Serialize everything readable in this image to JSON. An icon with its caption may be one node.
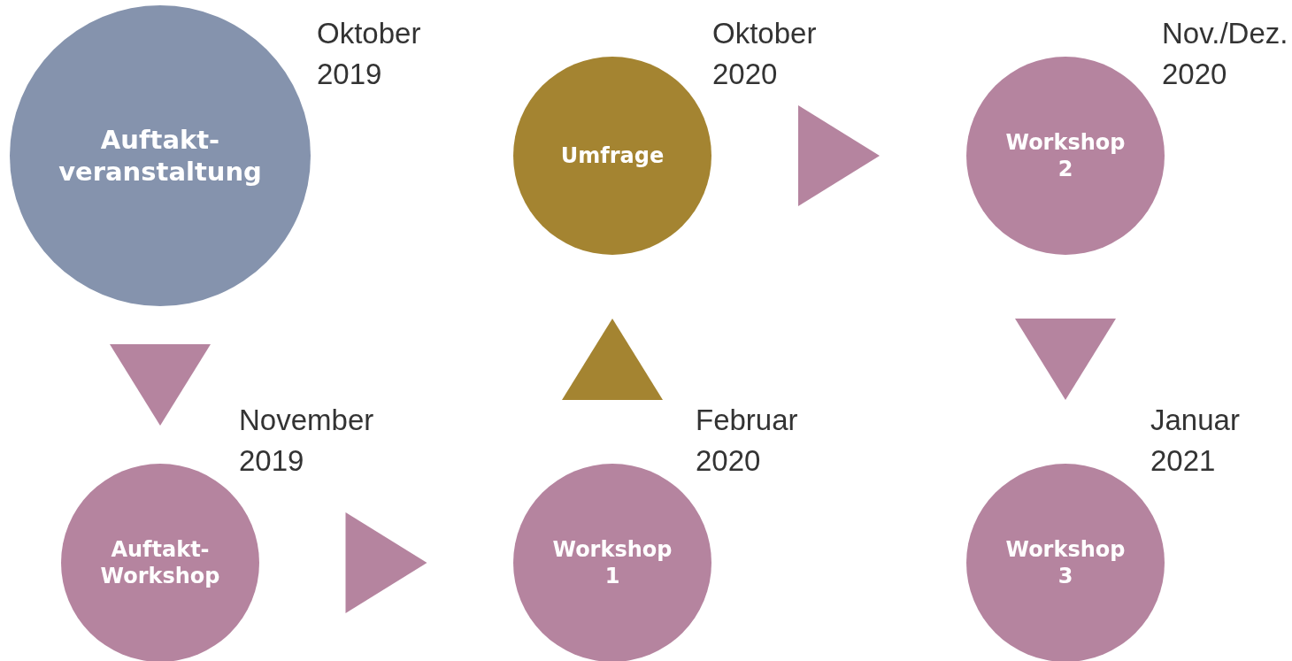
{
  "diagram": {
    "nodes": [
      {
        "text": [
          "Auftakt- veranstaltung"
        ],
        "beside": [
          "Oktober 2019"
        ]
      },
      {
        "text": [
          "Auftakt- Workshop"
        ],
        "beside": [
          "November 2019"
        ]
      },
      {
        "text": [
          "Umfrage"
        ],
        "beside": [
          "Oktober 2020"
        ]
      },
      {
        "text": [
          "Workshop 1"
        ],
        "beside": [
          "Februar 2020"
        ]
      },
      {
        "text": [
          "Workshop 2"
        ],
        "beside": [
          "Nov./Dez. 2020"
        ]
      },
      {
        "text": [
          "Workshop 3"
        ],
        "beside": [
          "Januar 2021"
        ]
      }
    ],
    "edges": [
      {
        "from": 0,
        "to": 1,
        "arrow": "to"
      },
      {
        "from": 1,
        "to": 3,
        "arrow": "to"
      },
      {
        "from": 3,
        "to": 2,
        "arrow": "to",
        "color": "#a48431"
      },
      {
        "from": 2,
        "to": 4,
        "arrow": "to"
      },
      {
        "from": 4,
        "to": 5,
        "arrow": "to"
      }
    ]
  }
}
